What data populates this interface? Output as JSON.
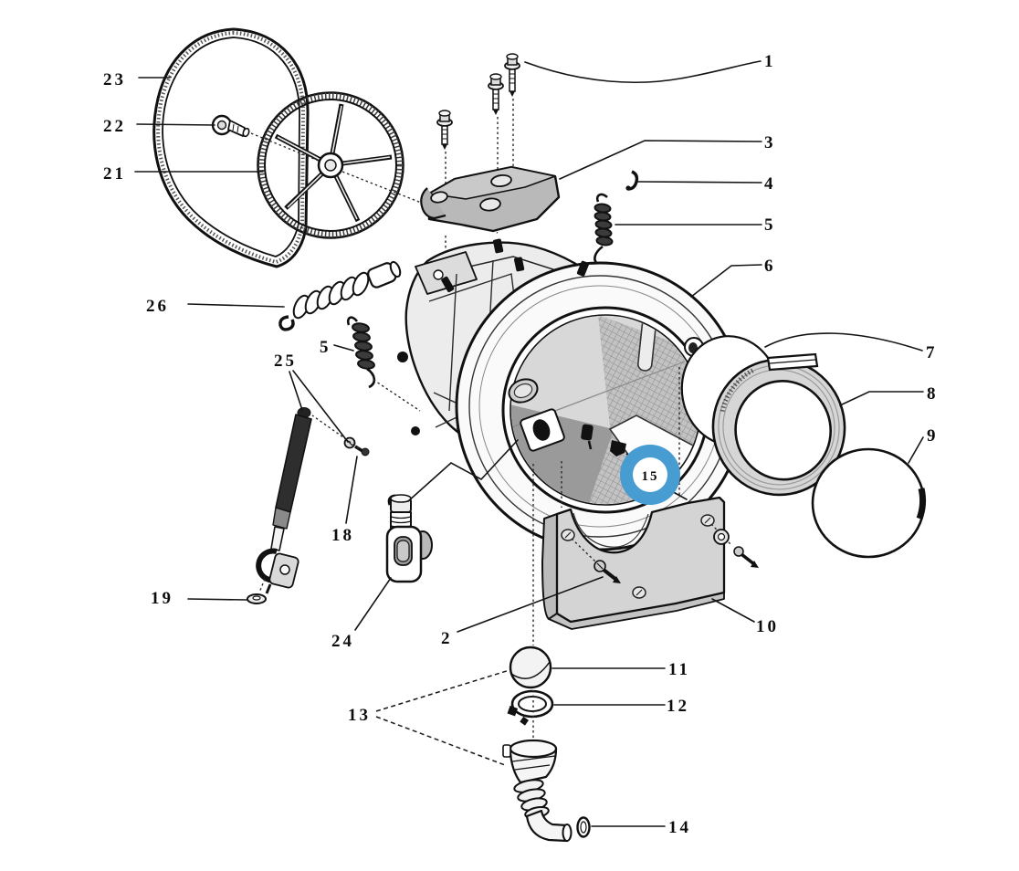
{
  "canvas": {
    "background": "#ffffff",
    "line_color": "#111111"
  },
  "highlight": {
    "label": "15",
    "badge_color": "#479dd2",
    "badge_hole": "#ffffff"
  },
  "callouts": {
    "c1": "1",
    "c2": "2",
    "c3": "3",
    "c4": "4",
    "c5_upper": "5",
    "c5_lower": "5",
    "c6": "6",
    "c7": "7",
    "c8": "8",
    "c9": "9",
    "c10": "10",
    "c11": "11",
    "c12": "12",
    "c13": "13",
    "c14": "14",
    "c18": "18",
    "c19": "19",
    "c21": "21",
    "c22": "22",
    "c23": "23",
    "c24": "24",
    "c25": "25",
    "c26": "26"
  }
}
